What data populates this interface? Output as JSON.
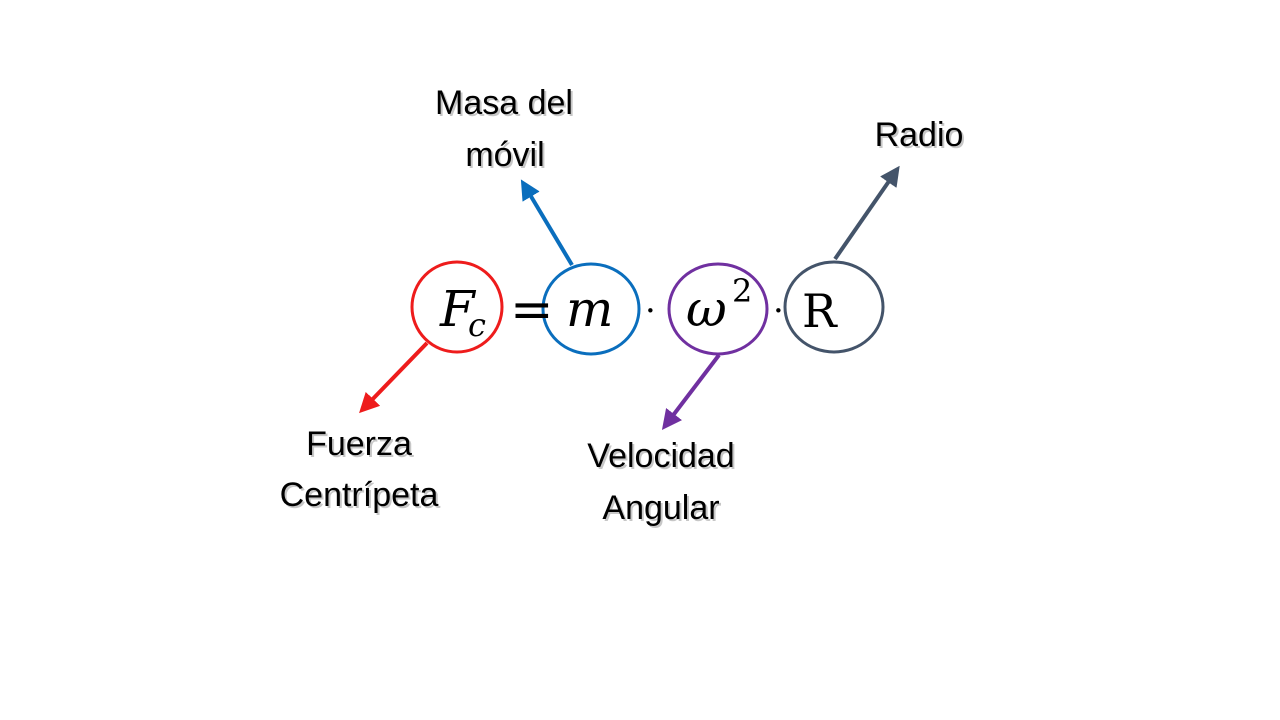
{
  "formula": {
    "force_symbol": "F",
    "force_subscript": "c",
    "equals": "=",
    "mass_symbol": "m",
    "dot": "·",
    "omega_symbol": "ω",
    "omega_exponent": "2",
    "radius_symbol": "R"
  },
  "labels": {
    "mass_line1": "Masa del",
    "mass_line2": "móvil",
    "radius": "Radio",
    "force_line1": "Fuerza",
    "force_line2": "Centrípeta",
    "velocity_line1": "Velocidad",
    "velocity_line2": "Angular"
  },
  "colors": {
    "force": "#ee1c1c",
    "mass": "#0a6ebd",
    "velocity": "#7030a0",
    "radius": "#44546a"
  }
}
